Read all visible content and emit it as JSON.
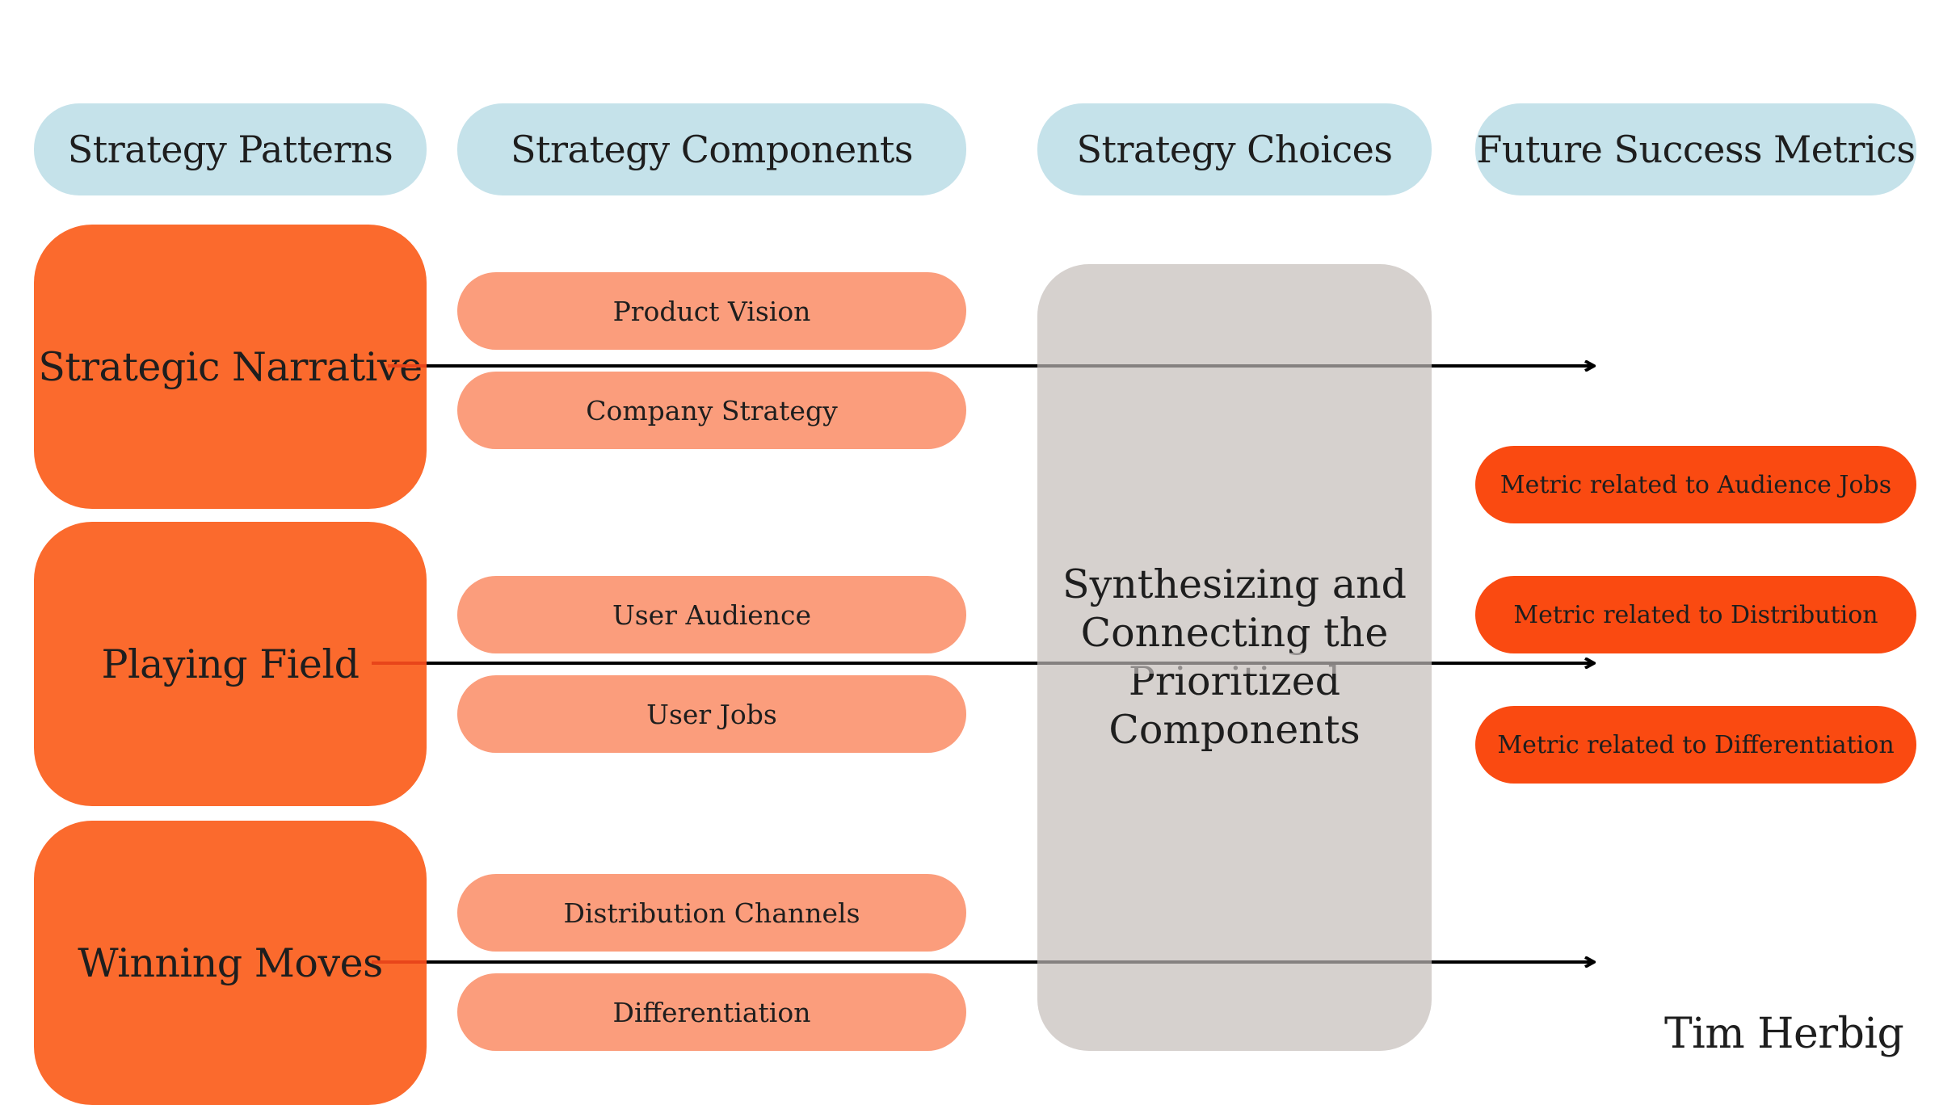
{
  "headers": [
    "Strategy Patterns",
    "Strategy Components",
    "Strategy Choices",
    "Future Success Metrics"
  ],
  "patterns": [
    "Strategic Narrative",
    "Playing Field",
    "Winning Moves"
  ],
  "components": [
    "Product Vision",
    "Company Strategy",
    "User Audience",
    "User Jobs",
    "Distribution Channels",
    "Differentiation"
  ],
  "choices": {
    "synthesis": "Synthesizing and Connecting the Prioritized Components"
  },
  "metrics": [
    "Metric related to Audience Jobs",
    "Metric related to Distribution",
    "Metric related to Differentiation"
  ],
  "author": "Tim Herbig",
  "colors": {
    "header": "#c5e2ea",
    "pattern": "#fb6a2d",
    "component": "#fb9d7c",
    "metric": "#fa4a11",
    "synthesis": "#d6d1ce",
    "arrow": "#000000"
  }
}
